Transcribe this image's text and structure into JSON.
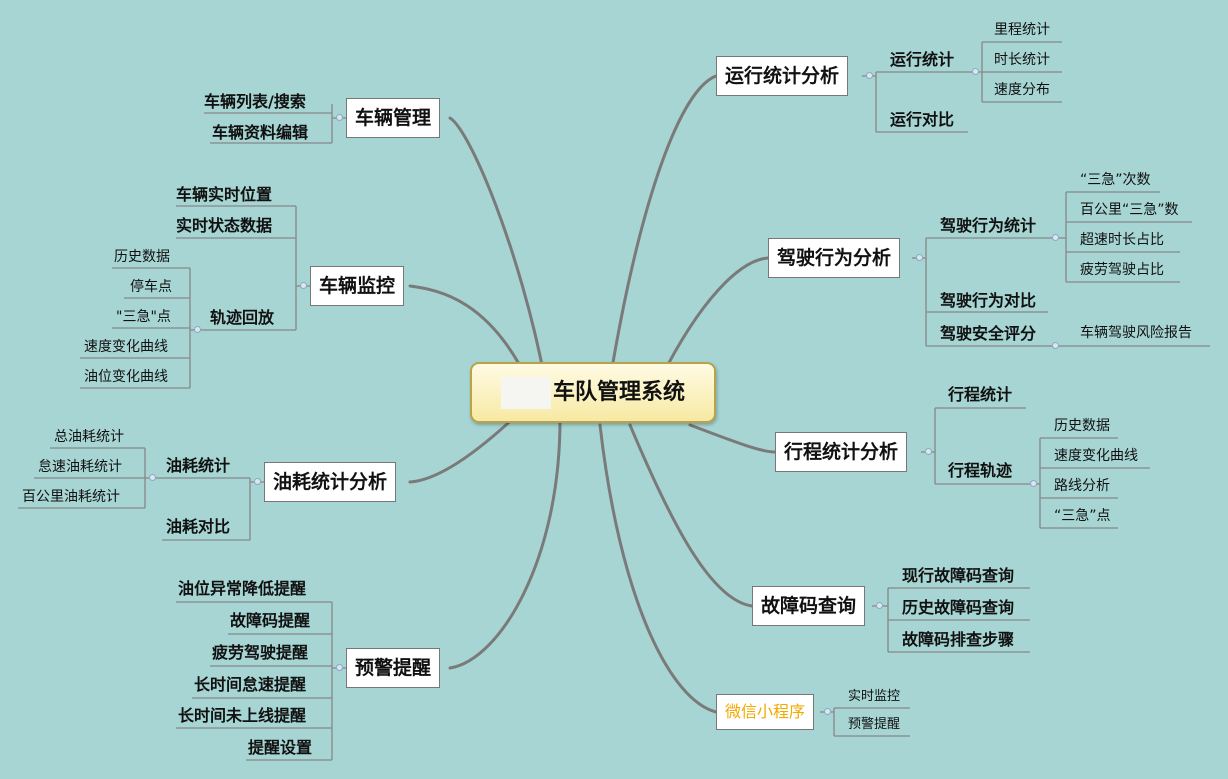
{
  "root": {
    "title": "车队管理系统"
  },
  "branches": {
    "vehicle_mgmt": {
      "label": "车辆管理",
      "children": [
        "车辆列表/搜索",
        "车辆资料编辑"
      ]
    },
    "vehicle_monitor": {
      "label": "车辆监控",
      "children": [
        "车辆实时位置",
        "实时状态数据",
        "轨迹回放"
      ],
      "track_playback": [
        "历史数据",
        "停车点",
        "\"三急\"点",
        "速度变化曲线",
        "油位变化曲线"
      ]
    },
    "fuel_stats": {
      "label": "油耗统计分析",
      "children": [
        "油耗统计",
        "油耗对比"
      ],
      "fuel_consumption": [
        "总油耗统计",
        "怠速油耗统计",
        "百公里油耗统计"
      ]
    },
    "alerts": {
      "label": "预警提醒",
      "children": [
        "油位异常降低提醒",
        "故障码提醒",
        "疲劳驾驶提醒",
        "长时间怠速提醒",
        "长时间未上线提醒",
        "提醒设置"
      ]
    },
    "operation_stats": {
      "label": "运行统计分析",
      "children": [
        "运行统计",
        "运行对比"
      ],
      "operation": [
        "里程统计",
        "时长统计",
        "速度分布"
      ]
    },
    "driving_behavior": {
      "label": "驾驶行为分析",
      "children": [
        "驾驶行为统计",
        "驾驶行为对比",
        "驾驶安全评分"
      ],
      "behavior_stats": [
        "“三急”次数",
        "百公里“三急”数",
        "超速时长占比",
        "疲劳驾驶占比"
      ],
      "safety_score": [
        "车辆驾驶风险报告"
      ]
    },
    "trip_stats": {
      "label": "行程统计分析",
      "children": [
        "行程统计",
        "行程轨迹"
      ],
      "trip_track": [
        "历史数据",
        "速度变化曲线",
        "路线分析",
        "“三急”点"
      ]
    },
    "fault_code": {
      "label": "故障码查询",
      "children": [
        "现行故障码查询",
        "历史故障码查询",
        "故障码排查步骤"
      ]
    },
    "wechat": {
      "label": "微信小程序",
      "children": [
        "实时监控",
        "预警提醒"
      ]
    }
  },
  "colors": {
    "background": "#a6d5d3",
    "root_fill": "#f7e9a3",
    "wechat_text": "#f2a900",
    "connector": "#777777"
  }
}
